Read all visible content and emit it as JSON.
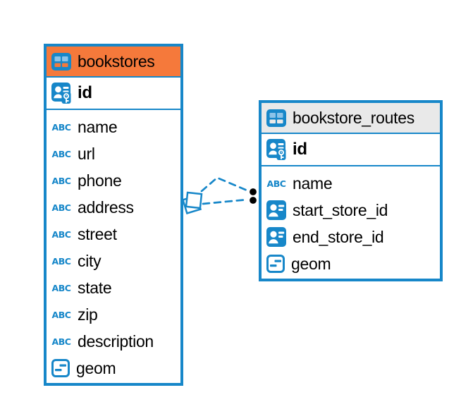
{
  "icons": {
    "text_glyph": "ABC"
  },
  "diagram": {
    "colors": {
      "accent": "#1787C9",
      "accent_light": "#8CC3E8",
      "bookstores_header": "#F5793B",
      "routes_header": "#E9E9E9",
      "relationship_endpoint": "#000000"
    },
    "tables": [
      {
        "name": "bookstores",
        "primary_key": {
          "name": "id",
          "icon": "user-key-icon"
        },
        "columns": [
          {
            "name": "name",
            "icon": "text-type-icon"
          },
          {
            "name": "url",
            "icon": "text-type-icon"
          },
          {
            "name": "phone",
            "icon": "text-type-icon"
          },
          {
            "name": "address",
            "icon": "text-type-icon"
          },
          {
            "name": "street",
            "icon": "text-type-icon"
          },
          {
            "name": "city",
            "icon": "text-type-icon"
          },
          {
            "name": "state",
            "icon": "text-type-icon"
          },
          {
            "name": "zip",
            "icon": "text-type-icon"
          },
          {
            "name": "description",
            "icon": "text-type-icon"
          },
          {
            "name": "geom",
            "icon": "geometry-type-icon"
          }
        ]
      },
      {
        "name": "bookstore_routes",
        "primary_key": {
          "name": "id",
          "icon": "user-key-icon"
        },
        "columns": [
          {
            "name": "name",
            "icon": "text-type-icon"
          },
          {
            "name": "start_store_id",
            "icon": "reference-type-icon"
          },
          {
            "name": "end_store_id",
            "icon": "reference-type-icon"
          },
          {
            "name": "geom",
            "icon": "geometry-type-icon"
          }
        ]
      }
    ],
    "relationships": [
      {
        "from": "bookstores",
        "to": "bookstore_routes",
        "line_style": "dashed"
      },
      {
        "from": "bookstores",
        "to": "bookstore_routes",
        "line_style": "dashed"
      }
    ]
  }
}
